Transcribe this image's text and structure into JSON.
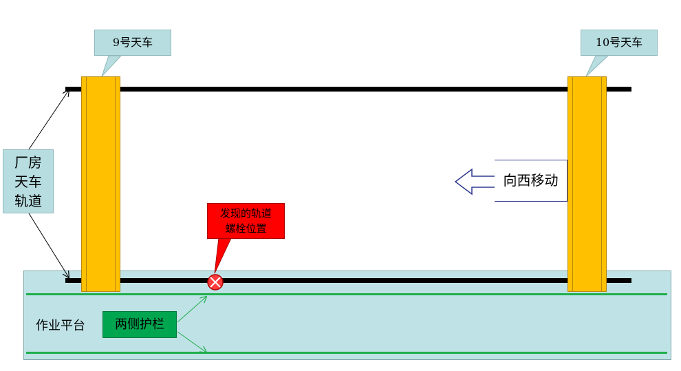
{
  "crane_left": {
    "label": "9号天车"
  },
  "crane_right": {
    "label": "10号天车"
  },
  "rail_label": {
    "line1": "厂房",
    "line2": "天车",
    "line3": "轨道"
  },
  "move_label": "向西移动",
  "bolt_callout": {
    "line1": "发现的轨道",
    "line2": "螺栓位置"
  },
  "platform_label": "作业平台",
  "guardrail_label": "两侧护栏",
  "colors": {
    "crane": "#ffc000",
    "platform": "#bfe2e6",
    "guardrail": "#1fae4b",
    "guardrail_label_bg": "#00a550",
    "bolt_callout_bg": "#ff0000",
    "callout_bg": "#b7dde0"
  },
  "icons": {
    "bolt": "bolt-marker-icon",
    "direction": "left-arrow-icon"
  }
}
